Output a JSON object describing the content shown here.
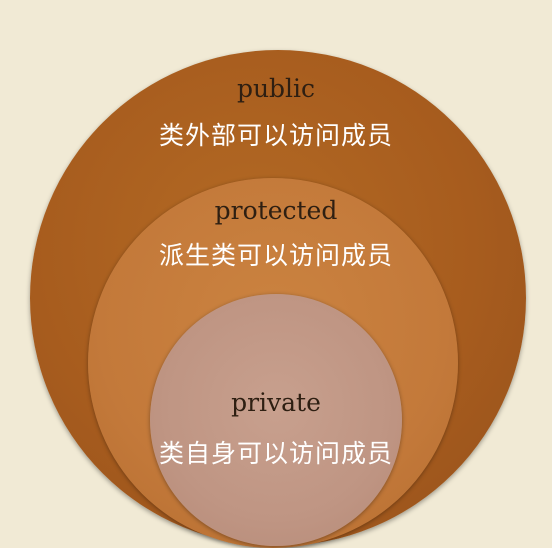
{
  "circles": {
    "outer": {
      "keyword": "public",
      "description": "类外部可以访问成员",
      "color": "#a75c1e"
    },
    "middle": {
      "keyword": "protected",
      "description": "派生类可以访问成员",
      "color": "#c3793a"
    },
    "inner": {
      "keyword": "private",
      "description": "类自身可以访问成员",
      "color": "#bf9583"
    }
  },
  "colors": {
    "background": "#f1ead5",
    "keyword_text": "#2e1f12",
    "description_text": "#ffffff"
  }
}
